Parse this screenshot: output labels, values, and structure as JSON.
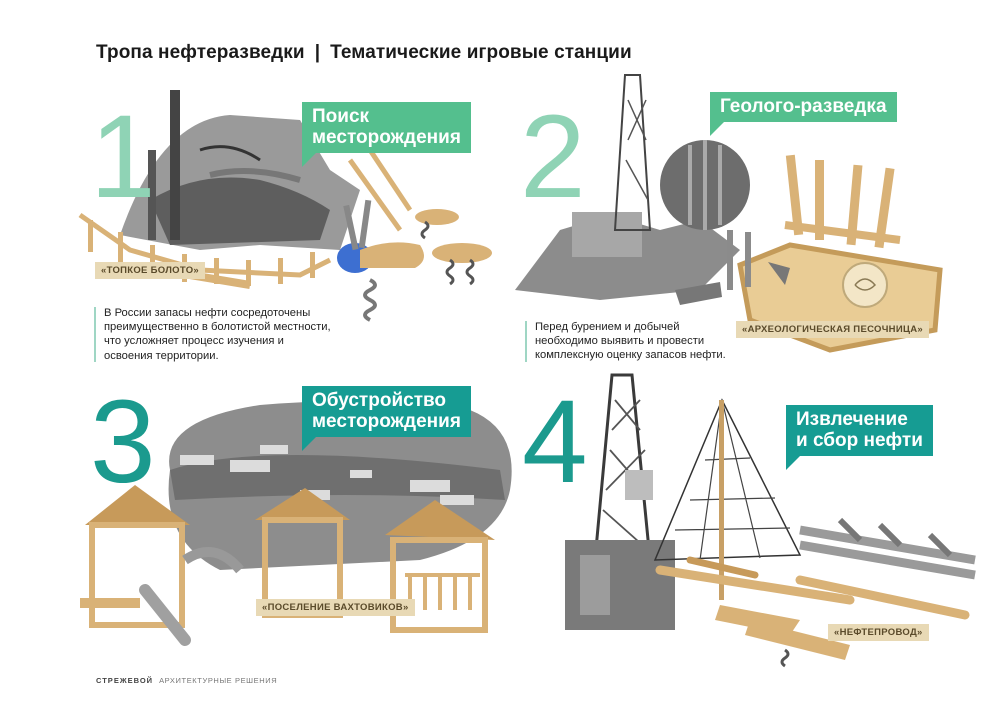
{
  "title": {
    "part1": "Тропа нефтеразведки",
    "separator": "|",
    "part2": "Тематические игровые станции"
  },
  "stations": [
    {
      "number": "1",
      "heading_lines": [
        "Поиск",
        "месторождения"
      ],
      "tag": "«ТОПКОЕ БОЛОТО»",
      "description_lines": [
        "В России запасы нефти сосредоточены",
        "преимущественно в болотистой местности,",
        "что усложняет процесс изучения и",
        "освоения территории."
      ]
    },
    {
      "number": "2",
      "heading_lines": [
        "Геолого-разведка"
      ],
      "tag": "«АРХЕОЛОГИЧЕСКАЯ ПЕСОЧНИЦА»",
      "description_lines": [
        "Перед бурением и добычей",
        "необходимо выявить и провести",
        "комплексную оценку запасов нефти."
      ]
    },
    {
      "number": "3",
      "heading_lines": [
        "Обустройство",
        "месторождения"
      ],
      "tag": "«ПОСЕЛЕНИЕ ВАХТОВИКОВ»",
      "description_lines": []
    },
    {
      "number": "4",
      "heading_lines": [
        "Извлечение",
        "и сбор нефти"
      ],
      "tag": "«НЕФТЕПРОВОД»",
      "description_lines": []
    }
  ],
  "footer": {
    "brand": "СТРЕЖЕВОЙ",
    "subtitle": "АРХИТЕКТУРНЫЕ РЕШЕНИЯ"
  },
  "colors": {
    "number_light": "#8fd3b5",
    "number_dark": "#1b9a8e",
    "callout_green": "#54bf8e",
    "callout_teal": "#169c93",
    "wood": "#d9b277",
    "wood_dark": "#a9824a",
    "tag_bg": "#e8d9b5"
  }
}
